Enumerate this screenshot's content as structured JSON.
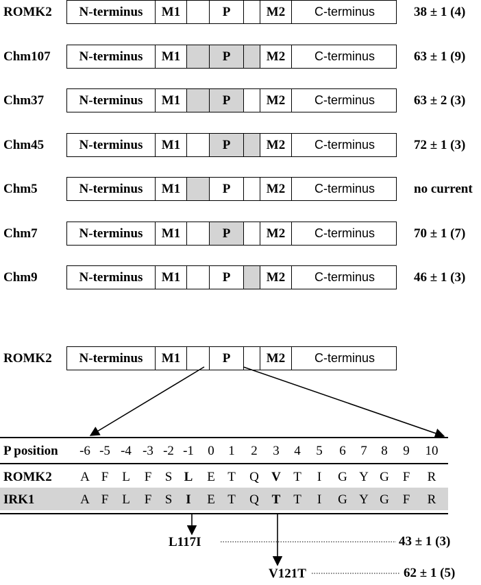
{
  "segments": [
    "N-terminus",
    "M1",
    "",
    "P",
    "",
    "M2",
    "C-terminus"
  ],
  "constructs": [
    {
      "name": "ROMK2",
      "shaded": [],
      "result": "38 ± 1 (4)"
    },
    {
      "name": "Chm107",
      "shaded": [
        2,
        3,
        4
      ],
      "result": "63 ± 1 (9)"
    },
    {
      "name": "Chm37",
      "shaded": [
        2,
        3
      ],
      "result": "63 ± 2 (3)"
    },
    {
      "name": "Chm45",
      "shaded": [
        3,
        4
      ],
      "result": "72 ± 1 (3)"
    },
    {
      "name": "Chm5",
      "shaded": [
        2
      ],
      "result": "no current"
    },
    {
      "name": "Chm7",
      "shaded": [
        3
      ],
      "result": "70 ± 1 (7)"
    },
    {
      "name": "Chm9",
      "shaded": [
        4
      ],
      "result": "46 ± 1 (3)"
    }
  ],
  "expanded_construct": {
    "name": "ROMK2"
  },
  "sequence_table": {
    "position_label": "P position",
    "positions": [
      "-6",
      "-5",
      "-4",
      "-3",
      "-2",
      "-1",
      "0",
      "1",
      "2",
      "3",
      "4",
      "5",
      "6",
      "7",
      "8",
      "9",
      "10"
    ],
    "rows": [
      {
        "name": "ROMK2",
        "residues": [
          "A",
          "F",
          "L",
          "F",
          "S",
          "L",
          "E",
          "T",
          "Q",
          "V",
          "T",
          "I",
          "G",
          "Y",
          "G",
          "F",
          "R"
        ],
        "bold": [
          5,
          9
        ],
        "shaded": false
      },
      {
        "name": "IRK1",
        "residues": [
          "A",
          "F",
          "L",
          "F",
          "S",
          "I",
          "E",
          "T",
          "Q",
          "T",
          "T",
          "I",
          "G",
          "Y",
          "G",
          "F",
          "R"
        ],
        "bold": [
          5,
          9
        ],
        "shaded": true
      }
    ]
  },
  "mutations": [
    {
      "name": "L117I",
      "result": "43 ± 1 (3)"
    },
    {
      "name": "V121T",
      "result": "62 ± 1 (5)"
    }
  ],
  "colors": {
    "shade": "#d4d4d4",
    "line": "#000000"
  }
}
